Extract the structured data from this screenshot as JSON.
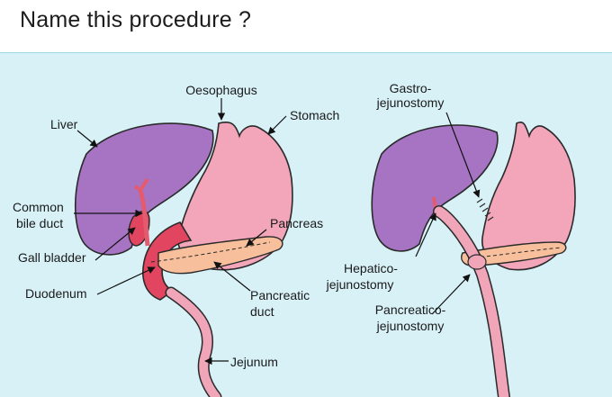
{
  "question": "Name this procedure ?",
  "colors": {
    "background": "#d7f1f7",
    "liver": "#a774c4",
    "stomach": "#f3a6ba",
    "pancreas": "#f7bf9c",
    "duodenum": "#e2455f",
    "jejunum": "#f0a5b8",
    "bile": "#e45a6e"
  },
  "labels": {
    "oesophagus": "Oesophagus",
    "stomach": "Stomach",
    "liver": "Liver",
    "common_bile_duct_1": "Common",
    "common_bile_duct_2": "bile duct",
    "pancreas": "Pancreas",
    "gall_bladder": "Gall bladder",
    "duodenum": "Duodenum",
    "pancreatic_duct_1": "Pancreatic",
    "pancreatic_duct_2": "duct",
    "jejunum": "Jejunum",
    "gastrojejunostomy_1": "Gastro-",
    "gastrojejunostomy_2": "jejunostomy",
    "hepaticojejunostomy_1": "Hepatico-",
    "hepaticojejunostomy_2": "jejunostomy",
    "pancreaticojejunostomy_1": "Pancreatico-",
    "pancreaticojejunostomy_2": "jejunostomy"
  }
}
